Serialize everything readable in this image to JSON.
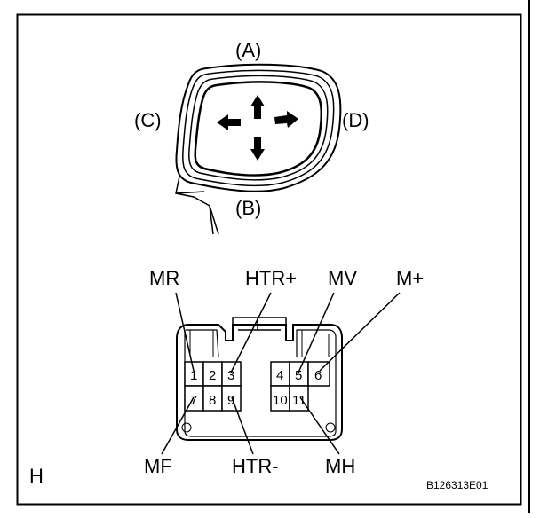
{
  "mirror": {
    "label_a": "(A)",
    "label_b": "(B)",
    "label_c": "(C)",
    "label_d": "(D)"
  },
  "connector": {
    "labels_top": {
      "mr": "MR",
      "htr_plus": "HTR+",
      "mv": "MV",
      "m_plus": "M+"
    },
    "labels_bottom": {
      "mf": "MF",
      "htr_minus": "HTR-",
      "mh": "MH"
    },
    "pins": {
      "p1": "1",
      "p2": "2",
      "p3": "3",
      "p4": "4",
      "p5": "5",
      "p6": "6",
      "p7": "7",
      "p8": "8",
      "p9": "9",
      "p10": "10",
      "p11": "11"
    }
  },
  "footer": {
    "view_letter": "H",
    "code": "B126313E01"
  }
}
